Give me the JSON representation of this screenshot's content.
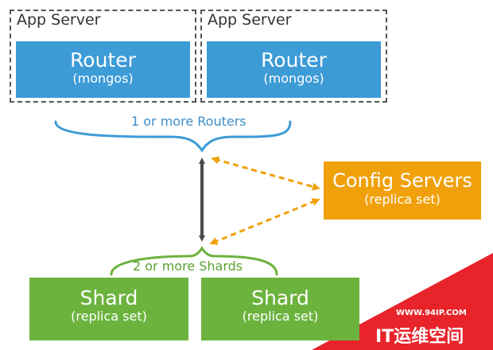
{
  "app_servers": [
    {
      "caption": "App Server",
      "router_title": "Router",
      "router_sub": "(mongos)"
    },
    {
      "caption": "App Server",
      "router_title": "Router",
      "router_sub": "(mongos)"
    }
  ],
  "routers_label": "1 or more Routers",
  "config": {
    "title": "Config Servers",
    "sub": "(replica set)"
  },
  "shards_label": "2 or more Shards",
  "shards": [
    {
      "title": "Shard",
      "sub": "(replica set)"
    },
    {
      "title": "Shard",
      "sub": "(replica set)"
    }
  ],
  "watermark": {
    "url": "WWW.94IP.COM",
    "brand": "IT运维空间"
  },
  "colors": {
    "router": "#3d9bd6",
    "config": "#f0a00a",
    "shard": "#6cb33e",
    "watermark": "#e8232a"
  }
}
